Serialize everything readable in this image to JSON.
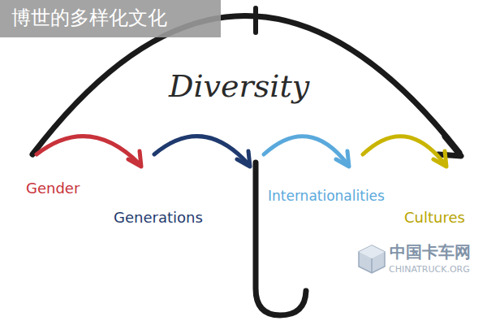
{
  "diagram": {
    "title": "博世的多样化文化",
    "labels": [
      "Diversity",
      "Gender",
      "Generations",
      "Internationalities",
      "Cultures",
      "中国卡车网",
      "CHINATRUCK.ORG"
    ]
  }
}
